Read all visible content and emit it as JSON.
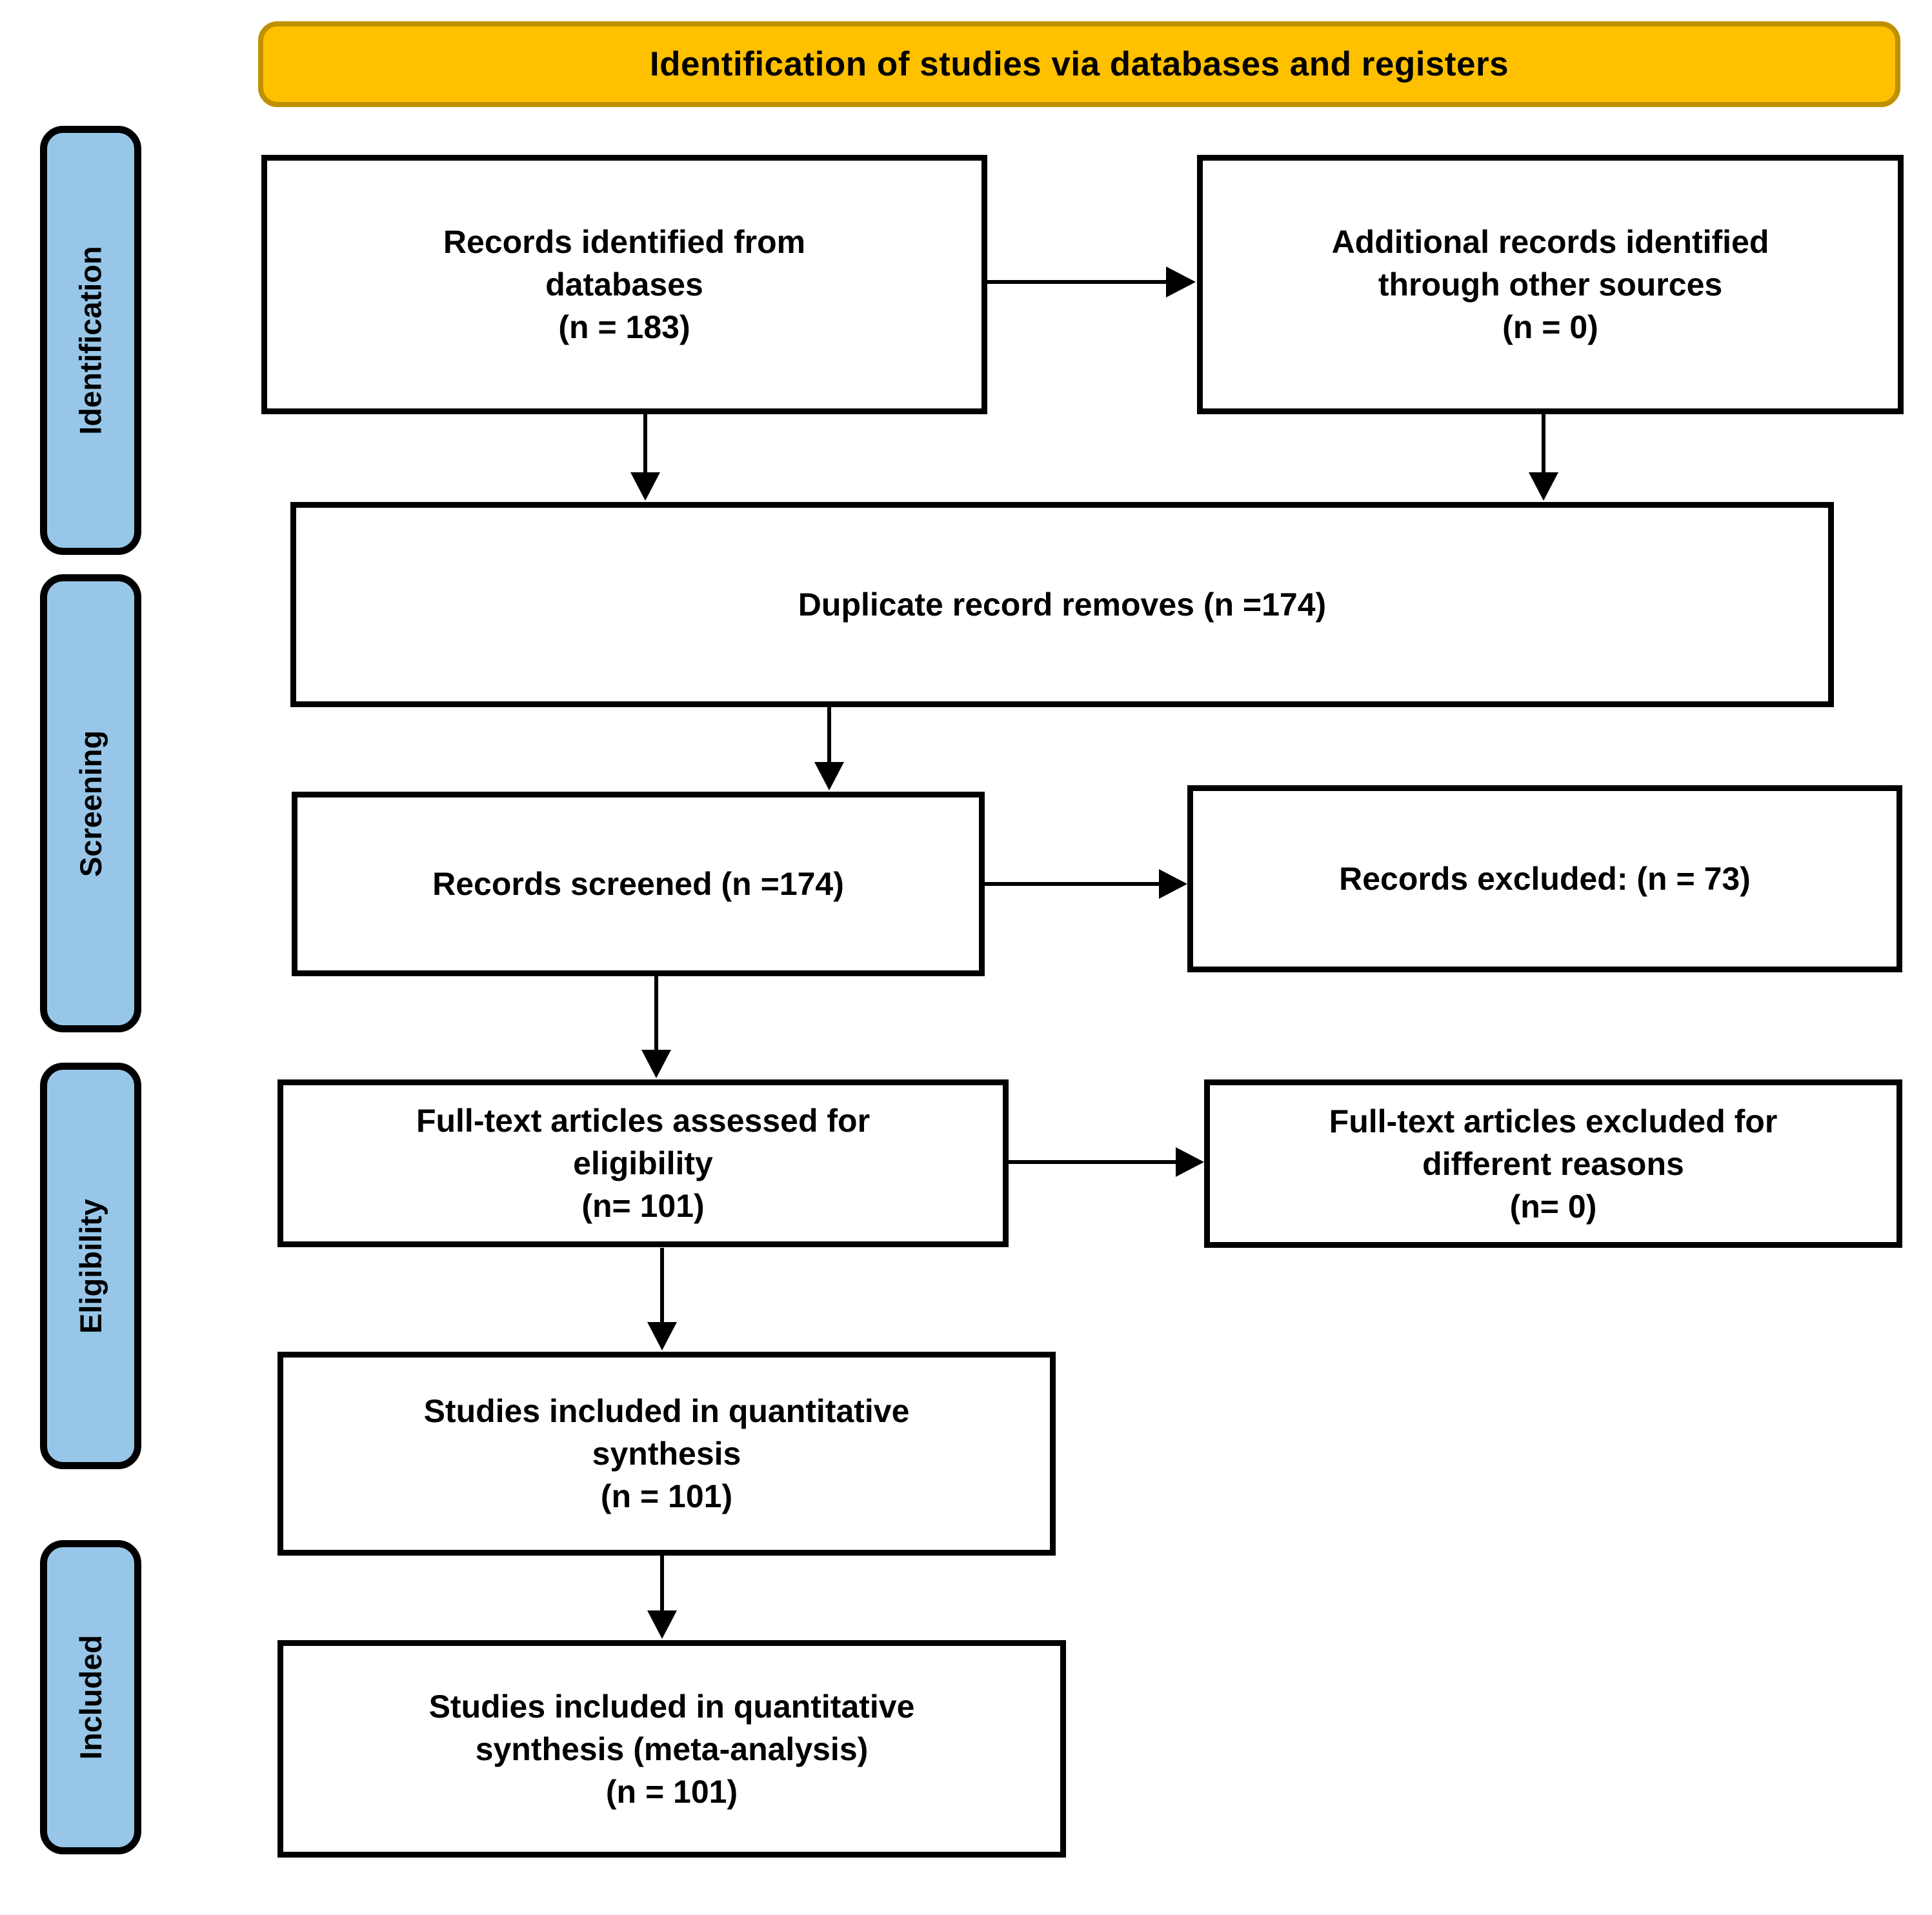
{
  "banner": {
    "label": "Identification of studies via databases and registers"
  },
  "stages": [
    {
      "label": "Identification"
    },
    {
      "label": "Screening"
    },
    {
      "label": "Eligibility"
    },
    {
      "label": "Included"
    }
  ],
  "boxes": {
    "records_identified": {
      "text": "Records identified from\ndatabases\n(n = 183)"
    },
    "additional_records": {
      "text": "Additional records identified\nthrough other sources\n(n = 0)"
    },
    "duplicates_removed": {
      "text": "Duplicate record removes (n =174)"
    },
    "records_screened": {
      "text": "Records screened (n =174)"
    },
    "records_excluded": {
      "text": "Records excluded: (n = 73)"
    },
    "fulltext_assessed": {
      "text": "Full-text articles assessed for\neligibility\n(n= 101)"
    },
    "fulltext_excluded": {
      "text": "Full-text articles excluded for\ndifferent reasons\n(n= 0)"
    },
    "quant_synthesis": {
      "text": "Studies included in quantitative\nsynthesis\n(n = 101)"
    },
    "meta_analysis": {
      "text": "Studies included in quantitative\nsynthesis (meta-analysis)\n(n = 101)"
    }
  },
  "colors": {
    "banner_fill": "#FFC000",
    "banner_border": "#BF9000",
    "stage_fill": "#97C6E8",
    "box_fill": "#FFFFFF",
    "line_and_border": "#000000"
  }
}
